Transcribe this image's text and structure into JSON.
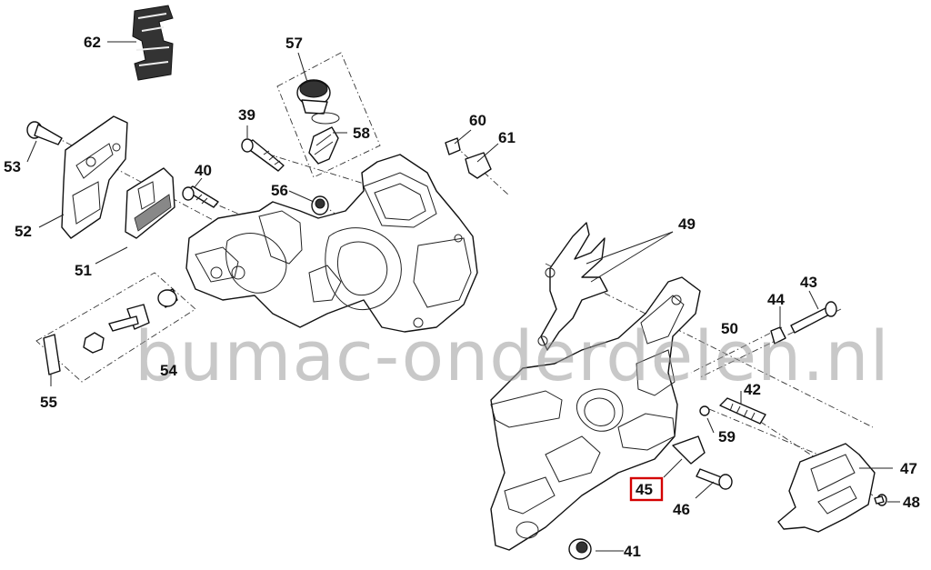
{
  "watermark": "bumac-onderdelen.nl",
  "highlight_color": "#d40000",
  "part_labels": {
    "p39": "39",
    "p40": "40",
    "p41": "41",
    "p42": "42",
    "p43": "43",
    "p44": "44",
    "p45": "45",
    "p46": "46",
    "p47": "47",
    "p48": "48",
    "p49": "49",
    "p50": "50",
    "p51": "51",
    "p52": "52",
    "p53": "53",
    "p54": "54",
    "p55": "55",
    "p56": "56",
    "p57": "57",
    "p58": "58",
    "p59": "59",
    "p60": "60",
    "p61": "61",
    "p62": "62"
  },
  "highlighted_part": "45"
}
